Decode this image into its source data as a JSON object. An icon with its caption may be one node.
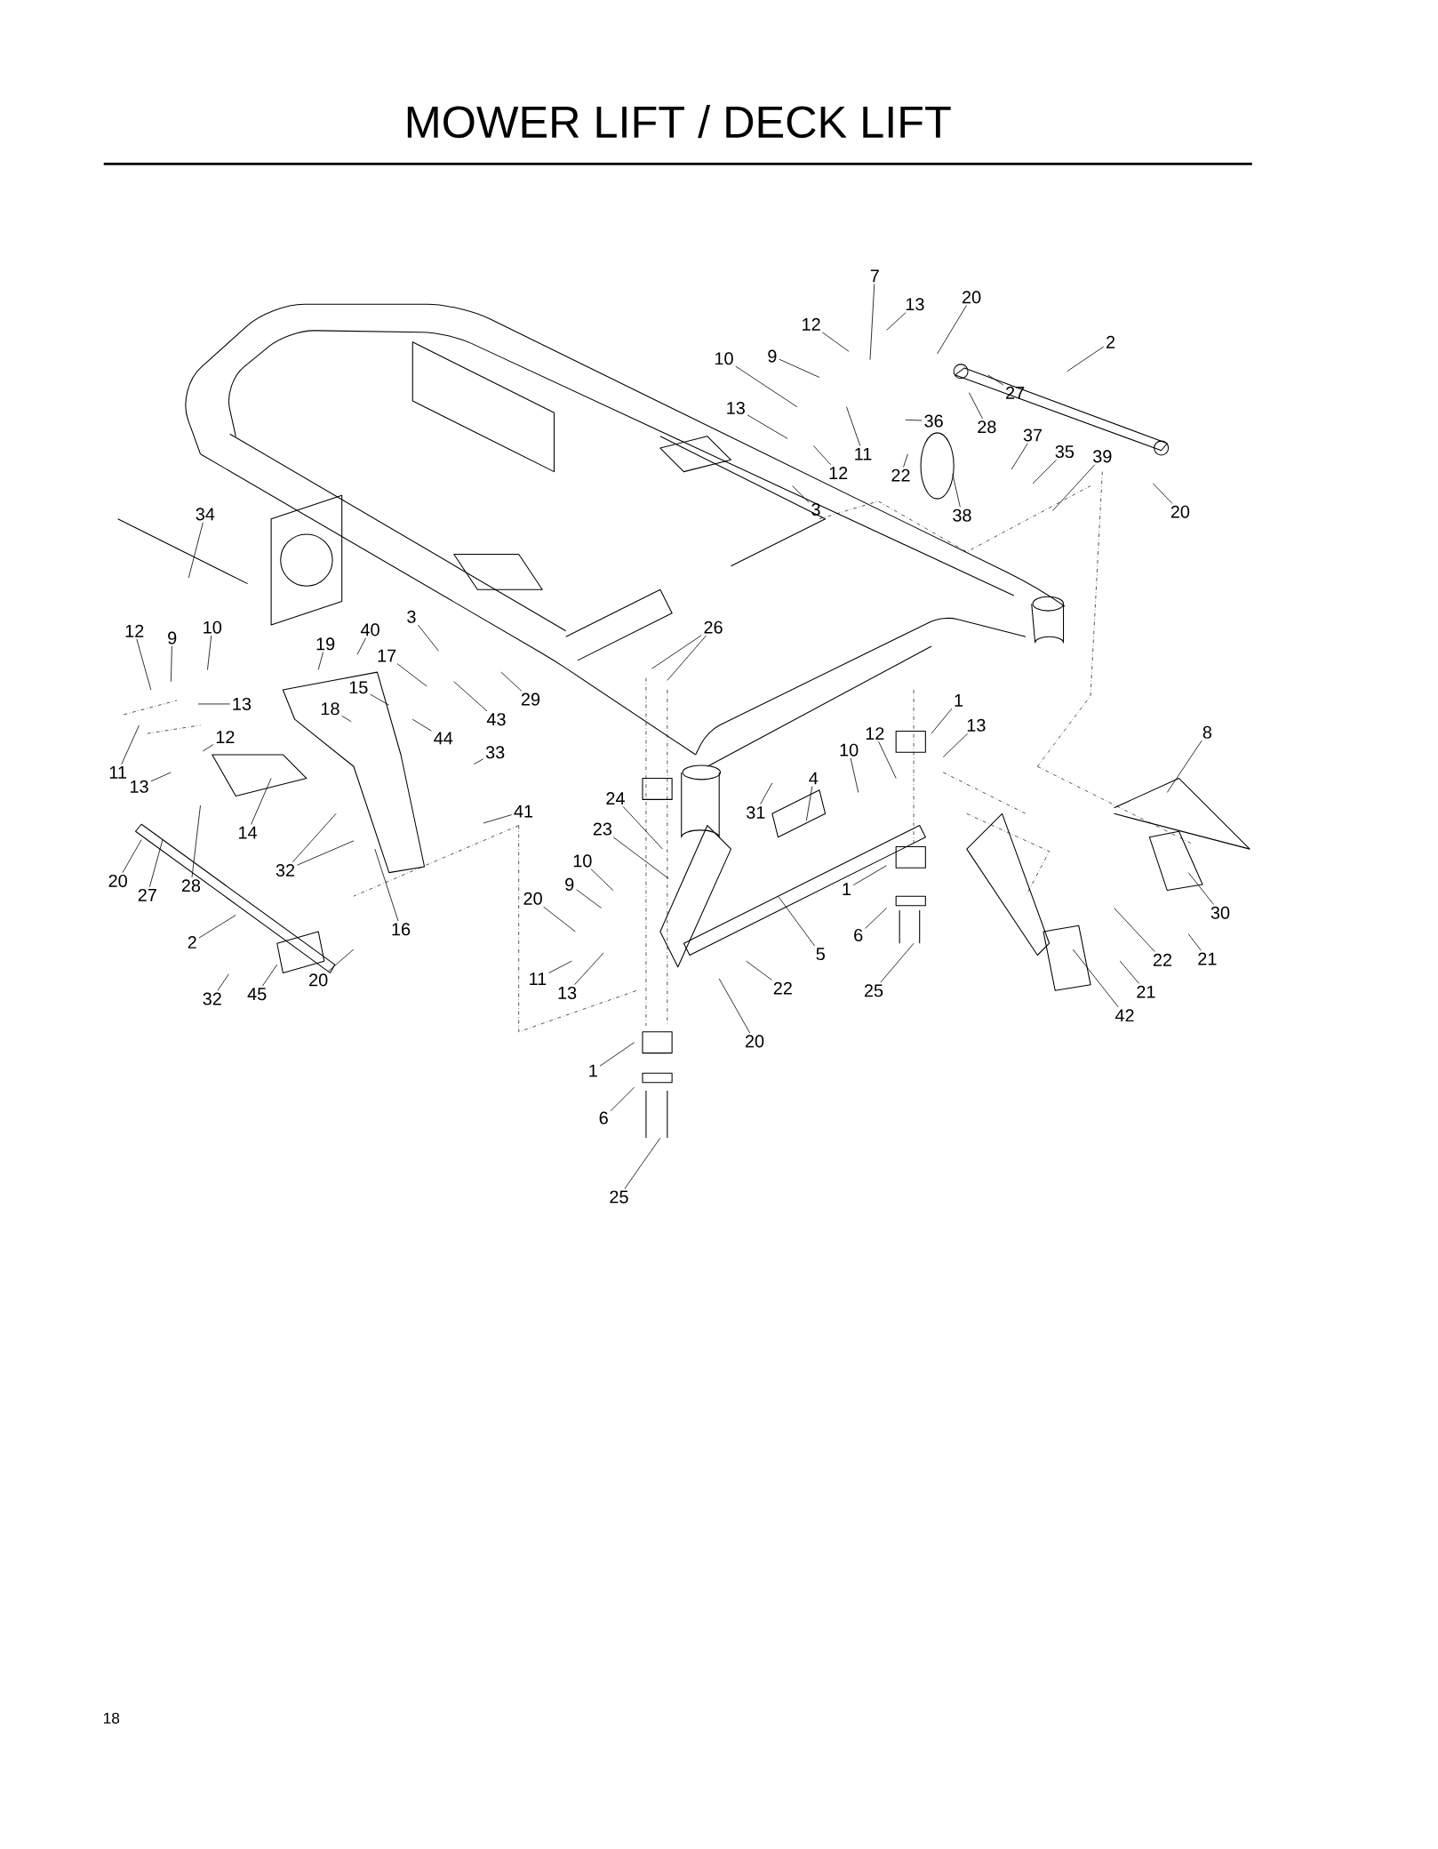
{
  "diagram": {
    "title": "MOWER LIFT / DECK LIFT",
    "nodes": [
      {
        "text": [
          "7"
        ]
      },
      {
        "text": [
          "13"
        ]
      },
      {
        "text": [
          "20"
        ]
      },
      {
        "text": [
          "2"
        ]
      },
      {
        "text": [
          "12"
        ]
      },
      {
        "text": [
          "10"
        ]
      },
      {
        "text": [
          "9"
        ]
      },
      {
        "text": [
          "27"
        ]
      },
      {
        "text": [
          "28"
        ]
      },
      {
        "text": [
          "13"
        ]
      },
      {
        "text": [
          "36"
        ]
      },
      {
        "text": [
          "11"
        ]
      },
      {
        "text": [
          "12"
        ]
      },
      {
        "text": [
          "22"
        ]
      },
      {
        "text": [
          "37"
        ]
      },
      {
        "text": [
          "35"
        ]
      },
      {
        "text": [
          "39"
        ]
      },
      {
        "text": [
          "3"
        ]
      },
      {
        "text": [
          "38"
        ]
      },
      {
        "text": [
          "20"
        ]
      },
      {
        "text": [
          "34"
        ]
      },
      {
        "text": [
          "26"
        ]
      },
      {
        "text": [
          "12"
        ]
      },
      {
        "text": [
          "9"
        ]
      },
      {
        "text": [
          "10"
        ]
      },
      {
        "text": [
          "19"
        ]
      },
      {
        "text": [
          "40"
        ]
      },
      {
        "text": [
          "3"
        ]
      },
      {
        "text": [
          "17"
        ]
      },
      {
        "text": [
          "15"
        ]
      },
      {
        "text": [
          "13"
        ]
      },
      {
        "text": [
          "18"
        ]
      },
      {
        "text": [
          "29"
        ]
      },
      {
        "text": [
          "43"
        ]
      },
      {
        "text": [
          "44"
        ]
      },
      {
        "text": [
          "1"
        ]
      },
      {
        "text": [
          "13"
        ]
      },
      {
        "text": [
          "12"
        ]
      },
      {
        "text": [
          "12"
        ]
      },
      {
        "text": [
          "8"
        ]
      },
      {
        "text": [
          "33"
        ]
      },
      {
        "text": [
          "10"
        ]
      },
      {
        "text": [
          "11"
        ]
      },
      {
        "text": [
          "4"
        ]
      },
      {
        "text": [
          "13"
        ]
      },
      {
        "text": [
          "24"
        ]
      },
      {
        "text": [
          "41"
        ]
      },
      {
        "text": [
          "31"
        ]
      },
      {
        "text": [
          "23"
        ]
      },
      {
        "text": [
          "14"
        ]
      },
      {
        "text": [
          "10"
        ]
      },
      {
        "text": [
          "32"
        ]
      },
      {
        "text": [
          "20"
        ]
      },
      {
        "text": [
          "9"
        ]
      },
      {
        "text": [
          "1"
        ]
      },
      {
        "text": [
          "27"
        ]
      },
      {
        "text": [
          "28"
        ]
      },
      {
        "text": [
          "20"
        ]
      },
      {
        "text": [
          "30"
        ]
      },
      {
        "text": [
          "16"
        ]
      },
      {
        "text": [
          "6"
        ]
      },
      {
        "text": [
          "2"
        ]
      },
      {
        "text": [
          "5"
        ]
      },
      {
        "text": [
          "22"
        ]
      },
      {
        "text": [
          "21"
        ]
      },
      {
        "text": [
          "11"
        ]
      },
      {
        "text": [
          "20"
        ]
      },
      {
        "text": [
          "25"
        ]
      },
      {
        "text": [
          "22"
        ]
      },
      {
        "text": [
          "21"
        ]
      },
      {
        "text": [
          "45"
        ]
      },
      {
        "text": [
          "13"
        ]
      },
      {
        "text": [
          "32"
        ]
      },
      {
        "text": [
          "42"
        ]
      },
      {
        "text": [
          "20"
        ]
      },
      {
        "text": [
          "1"
        ]
      },
      {
        "text": [
          "6"
        ]
      },
      {
        "text": [
          "25"
        ]
      }
    ],
    "edges": [
      {
        "from": 0,
        "to": null,
        "arrow": "none"
      },
      {
        "from": 1,
        "to": null,
        "arrow": "none"
      },
      {
        "from": 2,
        "to": null,
        "arrow": "none"
      },
      {
        "from": 3,
        "to": null,
        "arrow": "none"
      },
      {
        "from": 4,
        "to": null,
        "arrow": "none"
      },
      {
        "from": 5,
        "to": null,
        "arrow": "none"
      },
      {
        "from": 6,
        "to": null,
        "arrow": "none"
      },
      {
        "from": 7,
        "to": null,
        "arrow": "none"
      },
      {
        "from": 8,
        "to": null,
        "arrow": "none"
      },
      {
        "from": 9,
        "to": null,
        "arrow": "none"
      },
      {
        "from": 10,
        "to": null,
        "arrow": "none"
      },
      {
        "from": 11,
        "to": null,
        "arrow": "none"
      },
      {
        "from": 12,
        "to": null,
        "arrow": "none"
      },
      {
        "from": 13,
        "to": null,
        "arrow": "none"
      },
      {
        "from": 14,
        "to": null,
        "arrow": "none"
      },
      {
        "from": 15,
        "to": null,
        "arrow": "none"
      },
      {
        "from": 16,
        "to": null,
        "arrow": "none"
      },
      {
        "from": 17,
        "to": null,
        "arrow": "none"
      },
      {
        "from": 18,
        "to": null,
        "arrow": "none"
      },
      {
        "from": 19,
        "to": null,
        "arrow": "none"
      },
      {
        "from": 20,
        "to": null,
        "arrow": "none"
      },
      {
        "from": 21,
        "to": null,
        "arrow": "none"
      },
      {
        "from": 21,
        "to": null,
        "arrow": "none"
      },
      {
        "from": 22,
        "to": null,
        "arrow": "none"
      },
      {
        "from": 23,
        "to": null,
        "arrow": "none"
      },
      {
        "from": 24,
        "to": null,
        "arrow": "none"
      },
      {
        "from": 25,
        "to": null,
        "arrow": "none"
      },
      {
        "from": 26,
        "to": null,
        "arrow": "none"
      },
      {
        "from": 27,
        "to": null,
        "arrow": "none"
      },
      {
        "from": 28,
        "to": null,
        "arrow": "none"
      },
      {
        "from": 29,
        "to": null,
        "arrow": "none"
      },
      {
        "from": 30,
        "to": null,
        "arrow": "none"
      },
      {
        "from": 31,
        "to": null,
        "arrow": "none"
      },
      {
        "from": 32,
        "to": null,
        "arrow": "none"
      },
      {
        "from": 33,
        "to": null,
        "arrow": "none"
      },
      {
        "from": 34,
        "to": null,
        "arrow": "none"
      },
      {
        "from": 35,
        "to": null,
        "arrow": "none"
      },
      {
        "from": 36,
        "to": null,
        "arrow": "none"
      },
      {
        "from": 37,
        "to": null,
        "arrow": "none"
      },
      {
        "from": 38,
        "to": null,
        "arrow": "none"
      },
      {
        "from": 39,
        "to": null,
        "arrow": "none"
      },
      {
        "from": 40,
        "to": null,
        "arrow": "none"
      },
      {
        "from": 41,
        "to": null,
        "arrow": "none"
      },
      {
        "from": 42,
        "to": null,
        "arrow": "none"
      },
      {
        "from": 43,
        "to": null,
        "arrow": "none"
      },
      {
        "from": 44,
        "to": null,
        "arrow": "none"
      },
      {
        "from": 45,
        "to": null,
        "arrow": "none"
      },
      {
        "from": 46,
        "to": null,
        "arrow": "none"
      },
      {
        "from": 47,
        "to": null,
        "arrow": "none"
      },
      {
        "from": 48,
        "to": null,
        "arrow": "none"
      },
      {
        "from": 49,
        "to": null,
        "arrow": "none"
      },
      {
        "from": 50,
        "to": null,
        "arrow": "none"
      },
      {
        "from": 51,
        "to": null,
        "arrow": "none"
      },
      {
        "from": 51,
        "to": null,
        "arrow": "none"
      },
      {
        "from": 52,
        "to": null,
        "arrow": "none"
      },
      {
        "from": 53,
        "to": null,
        "arrow": "none"
      },
      {
        "from": 54,
        "to": null,
        "arrow": "none"
      },
      {
        "from": 55,
        "to": null,
        "arrow": "none"
      },
      {
        "from": 56,
        "to": null,
        "arrow": "none"
      },
      {
        "from": 57,
        "to": null,
        "arrow": "none"
      },
      {
        "from": 58,
        "to": null,
        "arrow": "none"
      },
      {
        "from": 59,
        "to": null,
        "arrow": "none"
      },
      {
        "from": 60,
        "to": null,
        "arrow": "none"
      },
      {
        "from": 61,
        "to": null,
        "arrow": "none"
      },
      {
        "from": 62,
        "to": null,
        "arrow": "none"
      },
      {
        "from": 63,
        "to": null,
        "arrow": "none"
      },
      {
        "from": 64,
        "to": null,
        "arrow": "none"
      },
      {
        "from": 65,
        "to": null,
        "arrow": "none"
      },
      {
        "from": 66,
        "to": null,
        "arrow": "none"
      },
      {
        "from": 67,
        "to": null,
        "arrow": "none"
      },
      {
        "from": 68,
        "to": null,
        "arrow": "none"
      },
      {
        "from": 69,
        "to": null,
        "arrow": "none"
      },
      {
        "from": 70,
        "to": null,
        "arrow": "none"
      },
      {
        "from": 71,
        "to": null,
        "arrow": "none"
      },
      {
        "from": 72,
        "to": null,
        "arrow": "none"
      },
      {
        "from": 73,
        "to": null,
        "arrow": "none"
      },
      {
        "from": 74,
        "to": null,
        "arrow": "none"
      },
      {
        "from": 75,
        "to": null,
        "arrow": "none"
      },
      {
        "from": 76,
        "to": null,
        "arrow": "none"
      },
      {
        "from": 77,
        "to": null,
        "arrow": "none"
      }
    ],
    "labels": [
      "18"
    ]
  }
}
